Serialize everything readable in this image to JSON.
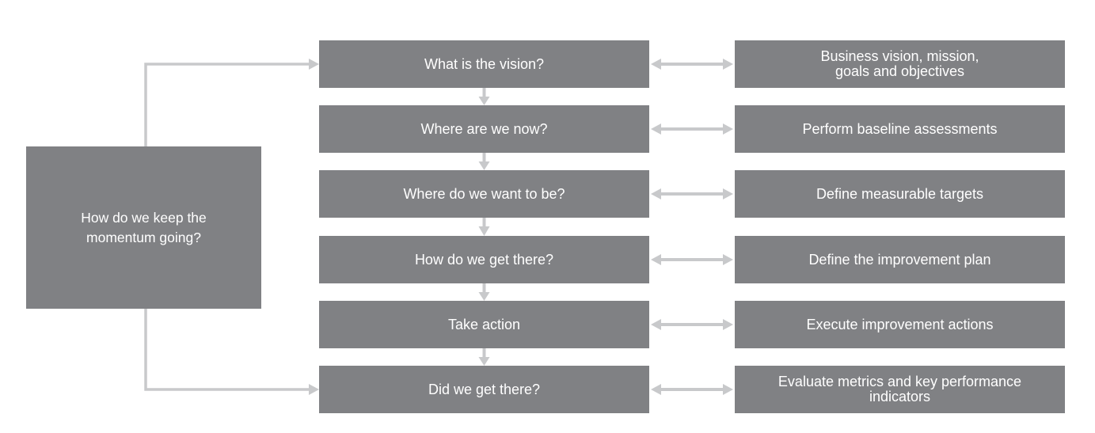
{
  "colors": {
    "box_fill": "#808184",
    "box_text": "#ffffff",
    "connector": "#c8c9cb",
    "background": "#ffffff"
  },
  "momentum_box": {
    "label": "How do we keep the\nmomentum going?"
  },
  "steps": [
    {
      "question": "What is the vision?",
      "activity": "Business vision, mission,\ngoals and objectives"
    },
    {
      "question": "Where are we now?",
      "activity": "Perform baseline assessments"
    },
    {
      "question": "Where do we want to be?",
      "activity": "Define measurable targets"
    },
    {
      "question": "How do we get there?",
      "activity": "Define the improvement plan"
    },
    {
      "question": "Take action",
      "activity": "Execute improvement actions"
    },
    {
      "question": "Did we get there?",
      "activity": "Evaluate metrics and key performance\nindicators"
    }
  ]
}
